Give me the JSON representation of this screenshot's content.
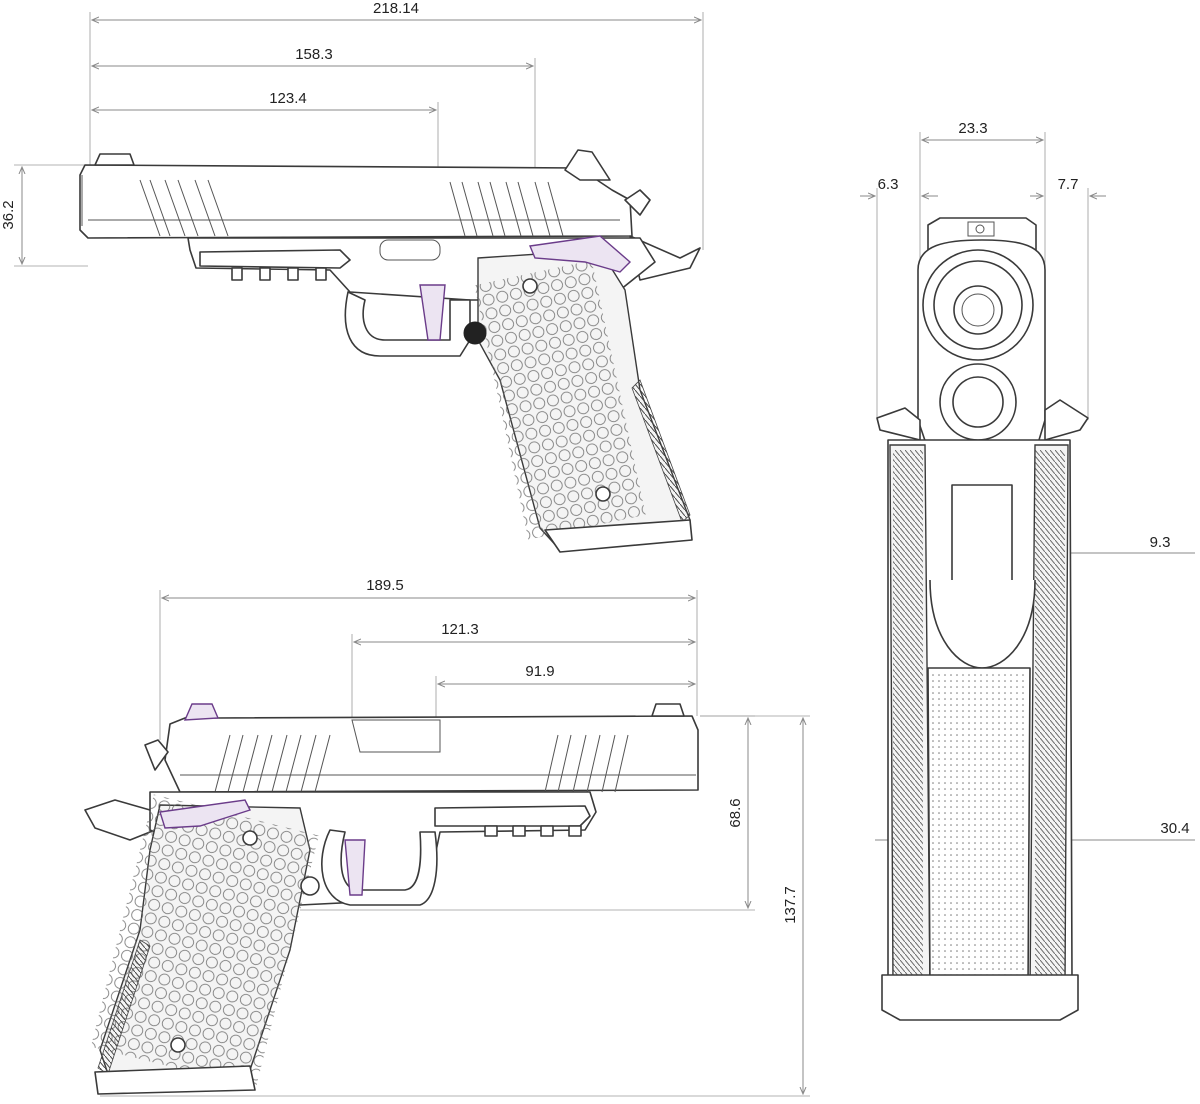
{
  "dimensions": {
    "overall_length": "218.14",
    "slide_to_rear": "158.3",
    "front_to_ejection": "123.4",
    "height_slide": "36.2",
    "width_total": "23.3",
    "width_left_safety": "6.3",
    "width_right_safety": "7.7",
    "slide_width": "9.3",
    "grip_width": "30.4",
    "overall_length_left": "189.5",
    "slide_length_left": "121.3",
    "rail_length_left": "91.9",
    "height_frame": "68.6",
    "overall_height": "137.7"
  },
  "colors": {
    "line": "#3a3a3a",
    "dimension": "#8a8a8a",
    "accent": "#6b3c8a"
  }
}
